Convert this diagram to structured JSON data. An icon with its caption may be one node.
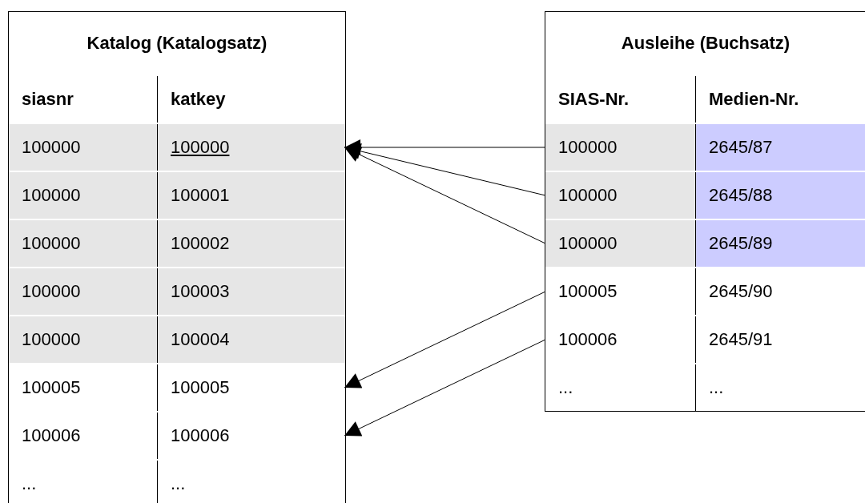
{
  "diagram": {
    "nodes": [
      {
        "text": [
          "Katalog (Katalogsatz)"
        ]
      },
      {
        "text": [
          "siasnr",
          "katkey"
        ],
        "in": 0
      },
      {
        "text": [
          "100000",
          "100000"
        ],
        "in": 0
      },
      {
        "text": [
          "100000",
          "100001"
        ],
        "in": 0
      },
      {
        "text": [
          "100000",
          "100002"
        ],
        "in": 0
      },
      {
        "text": [
          "100000",
          "100003"
        ],
        "in": 0
      },
      {
        "text": [
          "100000",
          "100004"
        ],
        "in": 0
      },
      {
        "text": [
          "100005",
          "100005"
        ],
        "in": 0
      },
      {
        "text": [
          "100006",
          "100006"
        ],
        "in": 0
      },
      {
        "text": [
          "...",
          "..."
        ],
        "in": 0
      },
      {
        "text": [
          "Ausleihe (Buchsatz)"
        ]
      },
      {
        "text": [
          "SIAS-Nr.",
          "Medien-Nr."
        ],
        "in": 10
      },
      {
        "text": [
          "100000",
          "2645/87"
        ],
        "in": 10
      },
      {
        "text": [
          "100000",
          "2645/88"
        ],
        "in": 10
      },
      {
        "text": [
          "100000",
          "2645/89"
        ],
        "in": 10
      },
      {
        "text": [
          "100005",
          "2645/90"
        ],
        "in": 10
      },
      {
        "text": [
          "100006",
          "2645/91"
        ],
        "in": 10
      },
      {
        "text": [
          "...",
          "..."
        ],
        "in": 10
      }
    ],
    "edges": [
      {
        "from": 12,
        "to": 2,
        "arrow": "to"
      },
      {
        "from": 13,
        "to": 2,
        "arrow": "to"
      },
      {
        "from": 14,
        "to": 2,
        "arrow": "to"
      },
      {
        "from": 15,
        "to": 7,
        "arrow": "to"
      },
      {
        "from": 16,
        "to": 8,
        "arrow": "to"
      }
    ]
  }
}
